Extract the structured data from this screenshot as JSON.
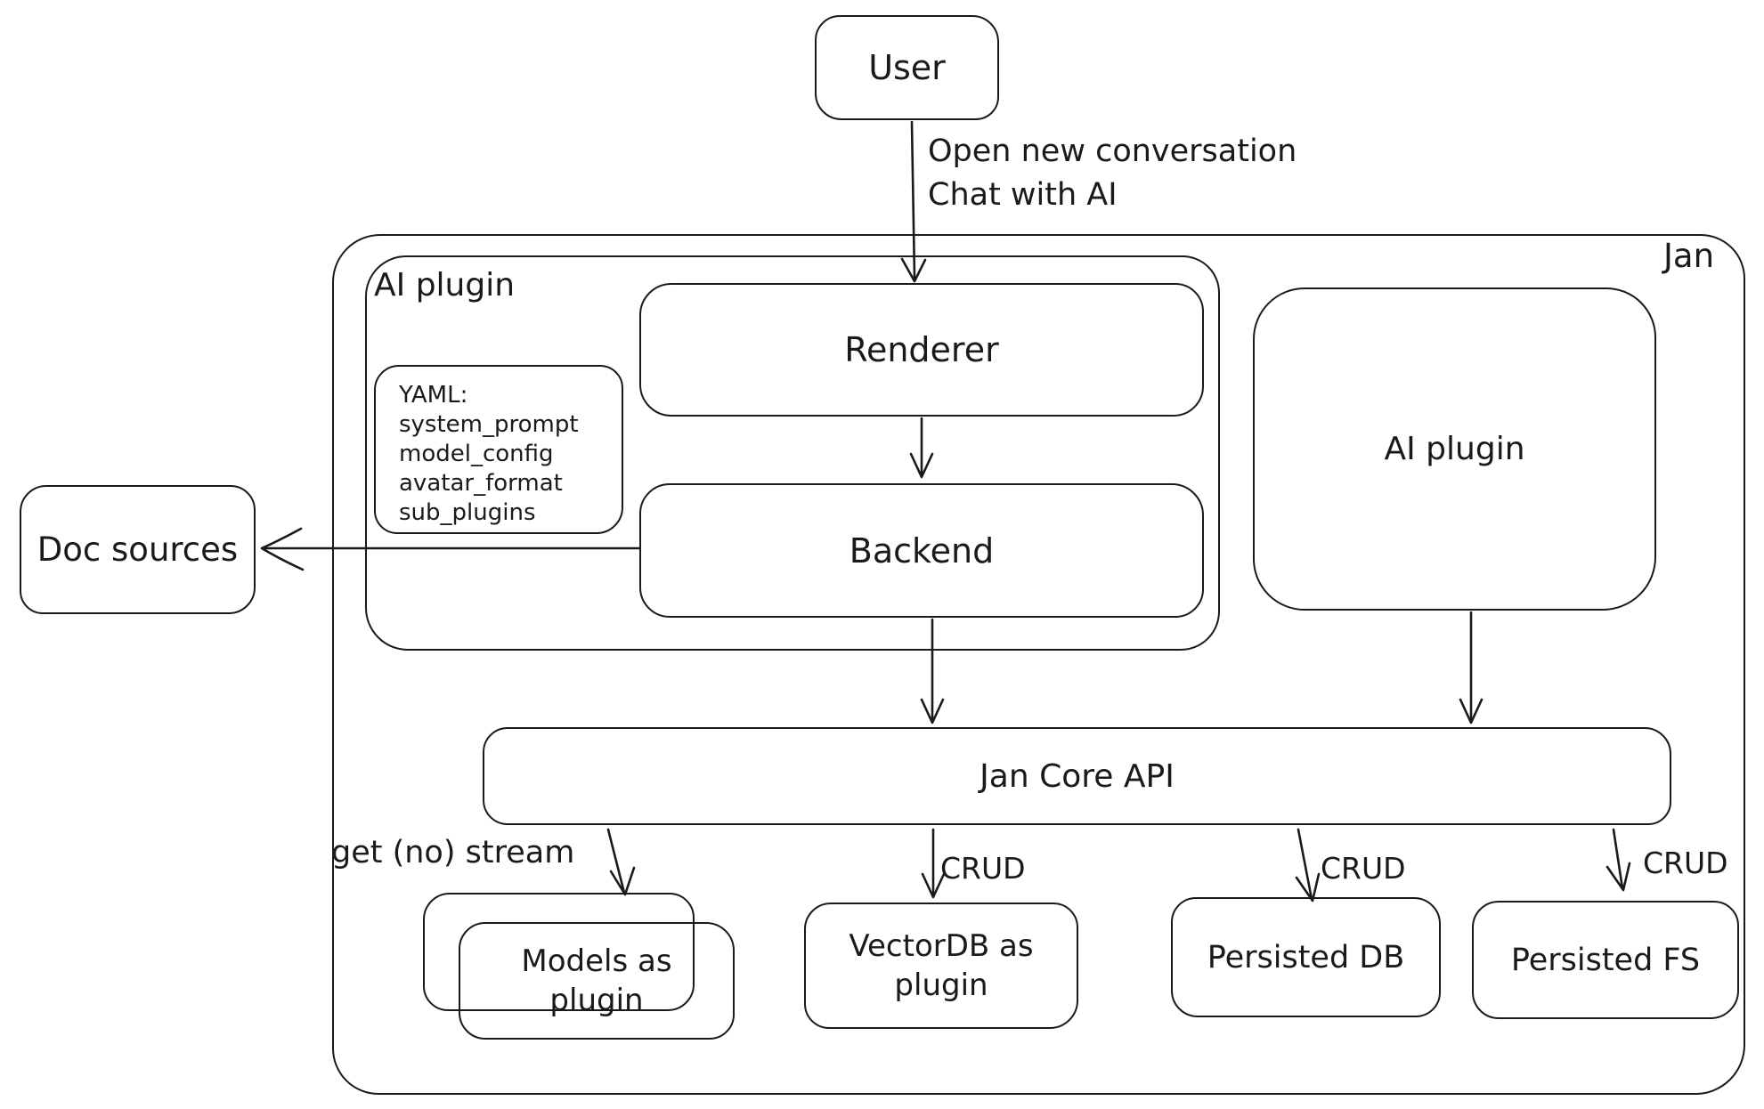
{
  "diagram": {
    "background": "#ffffff",
    "stroke_color": "#1a1a1a",
    "containers": {
      "jan": {
        "label": "Jan"
      },
      "ai_plugin": {
        "label": "AI plugin"
      }
    },
    "nodes": {
      "user": {
        "label": "User"
      },
      "renderer": {
        "label": "Renderer"
      },
      "backend": {
        "label": "Backend"
      },
      "yaml_note": {
        "lines": [
          "YAML:",
          "system_prompt",
          "model_config",
          "avatar_format",
          "sub_plugins"
        ]
      },
      "doc_sources": {
        "label": "Doc sources"
      },
      "ai_plugin_right": {
        "label": "AI plugin"
      },
      "jan_core_api": {
        "label": "Jan Core API"
      },
      "models_as_plugin": {
        "label": "Models as\nplugin"
      },
      "vectordb_as_plugin": {
        "label": "VectorDB as\nplugin"
      },
      "persisted_db": {
        "label": "Persisted DB"
      },
      "persisted_fs": {
        "label": "Persisted FS"
      }
    },
    "edge_labels": {
      "user_to_renderer": "Open new conversation\nChat with AI",
      "core_to_models": "get (no) stream",
      "core_to_vectordb": "CRUD",
      "core_to_persisted_db": "CRUD",
      "core_to_persisted_fs": "CRUD"
    }
  }
}
